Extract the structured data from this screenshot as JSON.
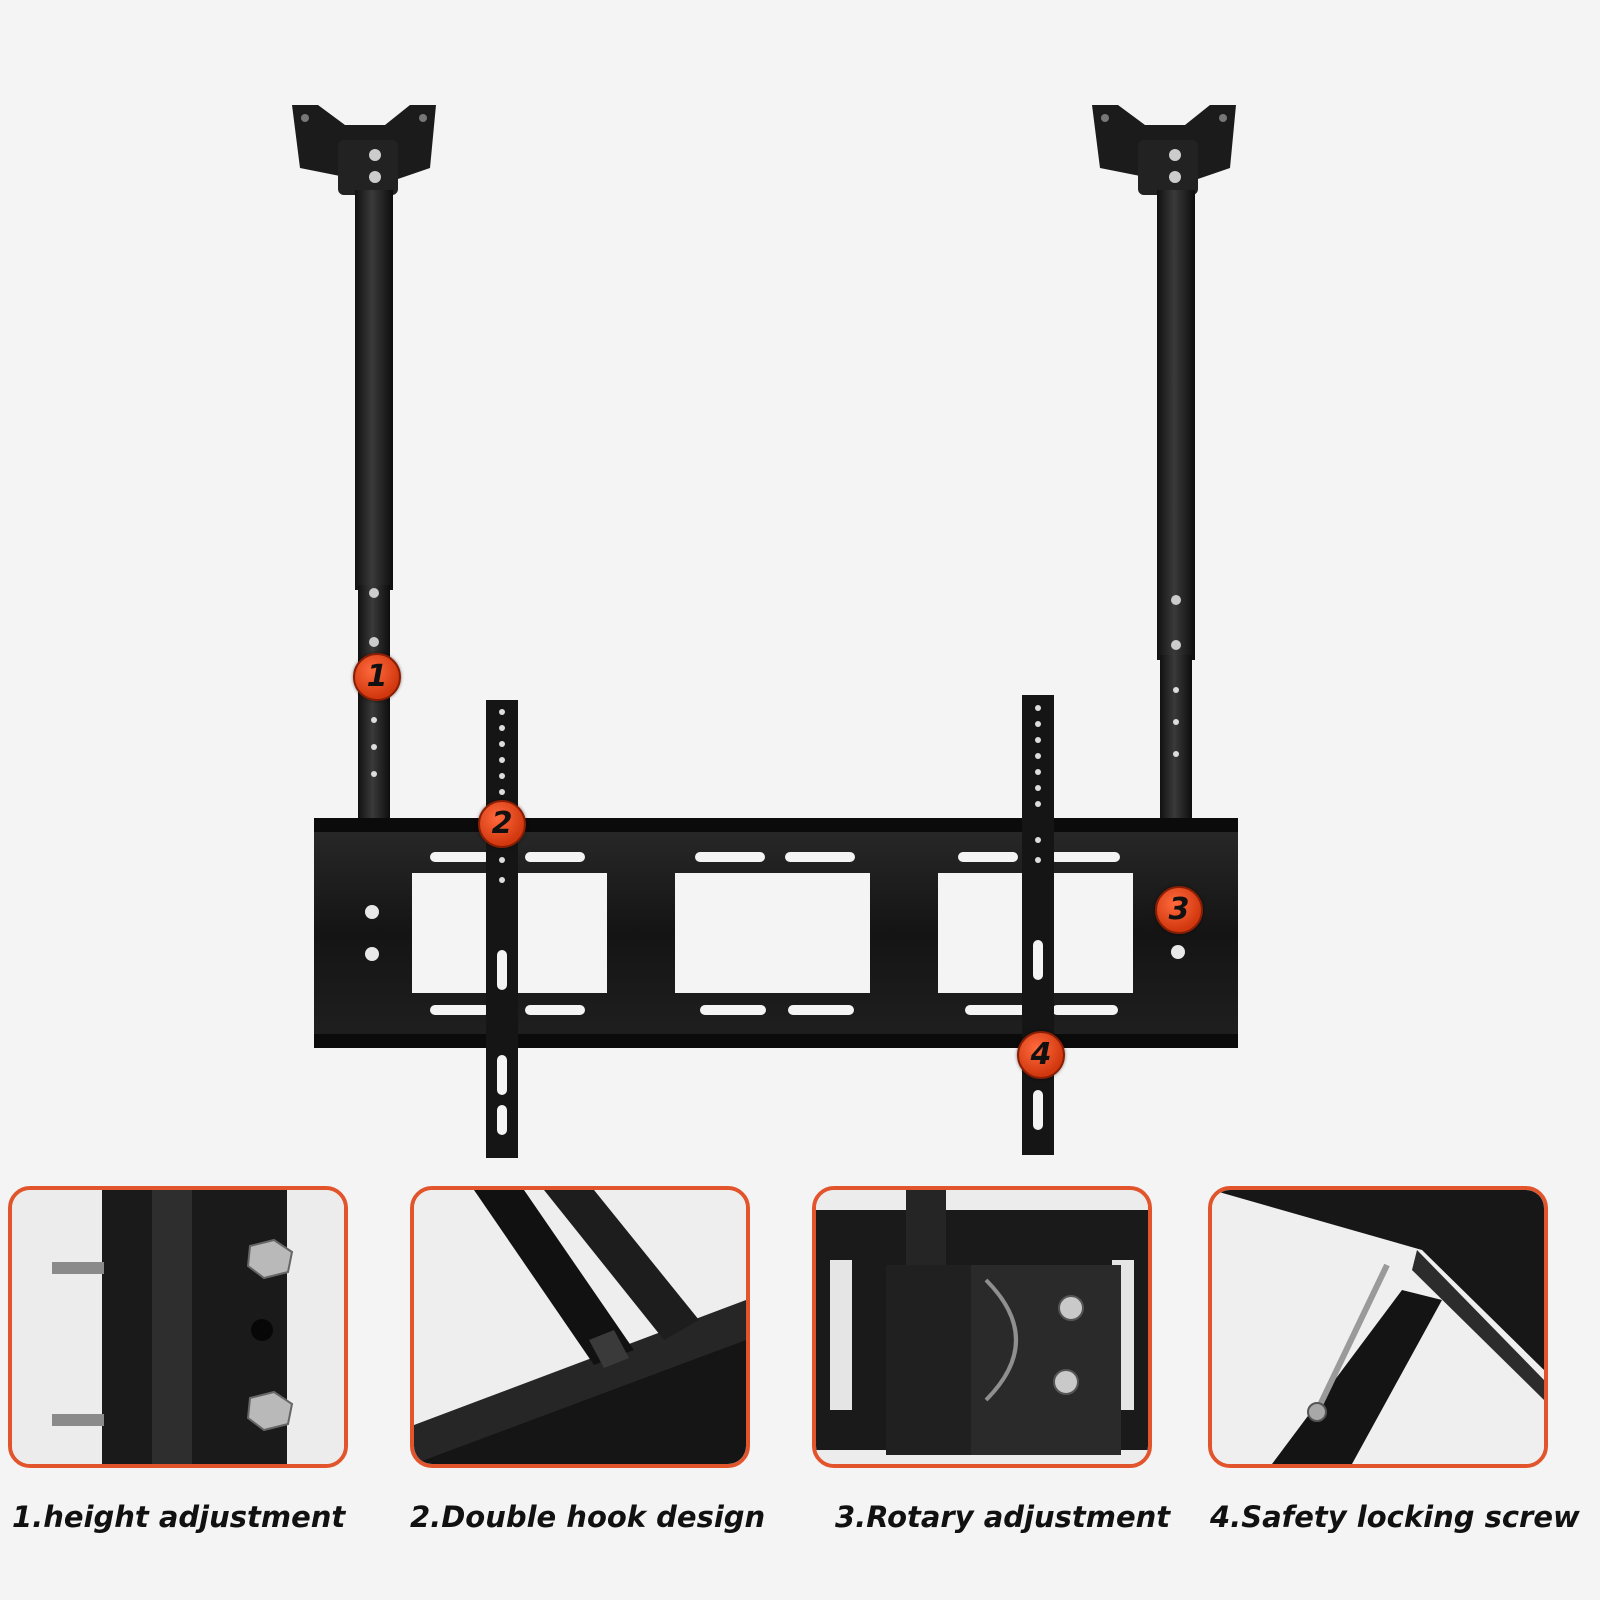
{
  "badges": [
    {
      "number": "1"
    },
    {
      "number": "2"
    },
    {
      "number": "3"
    },
    {
      "number": "4"
    }
  ],
  "features": [
    {
      "caption": "1.height adjustment"
    },
    {
      "caption": "2.Double hook design"
    },
    {
      "caption": "3.Rotary adjustment"
    },
    {
      "caption": "4.Safety locking screw"
    }
  ],
  "colors": {
    "accent": "#e2552c",
    "metal": "#1c1c1c",
    "background": "#f4f4f4"
  }
}
